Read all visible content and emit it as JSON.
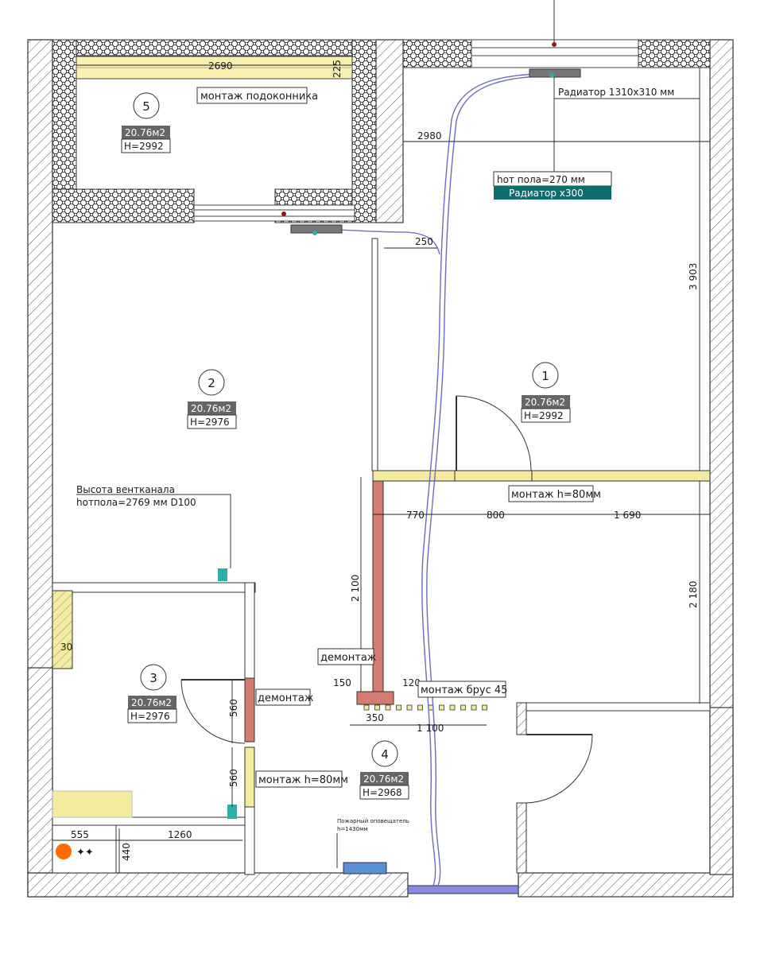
{
  "rooms": [
    {
      "number": "1",
      "area": "20.76м2",
      "height": "H=2992"
    },
    {
      "number": "2",
      "area": "20.76м2",
      "height": "H=2976"
    },
    {
      "number": "3",
      "area": "20.76м2",
      "height": "H=2976"
    },
    {
      "number": "4",
      "area": "20.76м2",
      "height": "H=2968"
    },
    {
      "number": "5",
      "area": "20.76м2",
      "height": "H=2992"
    }
  ],
  "notes": {
    "windowsill": "монтаж подоконника",
    "radiator_size": "Радиатор 1310х310 мм",
    "radiator_height": "hот пола=270 мм",
    "radiator_tag": "Радиатор       х300",
    "vent_title": "Высота вентканала",
    "vent_height": "hотпола=2769 мм D100",
    "install_h80_top": "монтаж h=80мм",
    "install_h80_bottom": "монтаж h=80мм",
    "demolish_left": "демонтаж",
    "demolish_right": "демонтаж",
    "beam": "монтаж брус 45",
    "smoke_detector": "Пожарный оповещатель",
    "smoke_height": "h=1430мм"
  },
  "dimensions": {
    "d2690": "2690",
    "d225": "225",
    "d2980": "2980",
    "d250": "250",
    "d3903": "3 903",
    "d770": "770",
    "d800": "800",
    "d1690": "1 690",
    "d2100": "2 100",
    "d2180": "2 180",
    "d30": "30",
    "d150": "150",
    "d120": "120",
    "d350": "350",
    "d1100": "1 100",
    "d560a": "560",
    "d560b": "560",
    "d555": "555",
    "d1260": "1260",
    "d440": "440"
  },
  "colors": {
    "wall_outline": "#3a3a3a",
    "new_wall": "#f3eba0",
    "demolish_wall": "#d47b72",
    "tag_dark": "#666666",
    "radiator_tag": "#0e6e6e",
    "pipe": "#6c6cc0",
    "vent": "#2ab0a8",
    "window_fill": "#f7f0b0",
    "door_blue": "#8a8ae0",
    "boiler": "#ff6a00"
  }
}
